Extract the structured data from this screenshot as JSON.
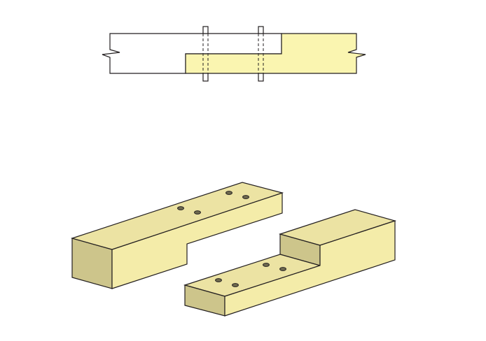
{
  "colors": {
    "background": "#ffffff",
    "outline": "#231f20",
    "wood_top": "#ece3a3",
    "wood_side": "#f4eca9",
    "wood_end": "#cdc58b",
    "wood_flat": "#faf5b0",
    "dowel_hole": "#6f6a4f"
  },
  "views": [
    {
      "name": "elevation",
      "description_visible": false
    },
    {
      "name": "exploded-isometric",
      "description_visible": false
    }
  ],
  "parts": {
    "left_member": {
      "dowel_holes": 4
    },
    "right_member": {
      "dowel_holes": 4
    }
  },
  "elevation": {
    "dowel_pins": 2
  }
}
